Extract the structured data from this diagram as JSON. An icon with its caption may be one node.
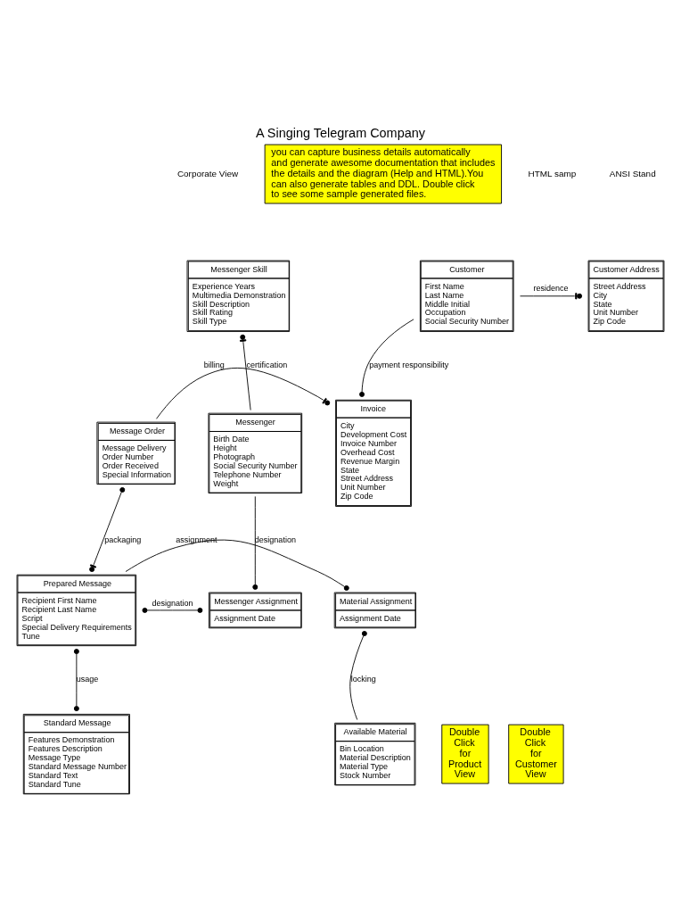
{
  "diagram": {
    "title": "A Singing Telegram Company",
    "nodes": [
      {
        "text": [
          "Customer",
          "First Name",
          "Last Name",
          "Middle Initial",
          "Occupation",
          "Social Security Number"
        ]
      },
      {
        "text": [
          "Customer Address",
          "Street Address",
          "City",
          "State",
          "Unit Number",
          "Zip Code"
        ]
      },
      {
        "text": [
          "Messenger Skill",
          "Experience Years",
          "Multimedia Demonstration",
          "Skill Description",
          "Skill Rating",
          "Skill Type"
        ]
      },
      {
        "text": [
          "Invoice",
          "City",
          "Development Cost",
          "Invoice Number",
          "Overhead Cost",
          "Revenue Margin",
          "State",
          "Street Address",
          "Unit Number",
          "Zip Code"
        ]
      },
      {
        "text": [
          "Messenger",
          "Birth Date",
          "Height",
          "Photograph",
          "Social Security Number",
          "Telephone Number",
          "Weight"
        ]
      },
      {
        "text": [
          "Message Order",
          "Message Delivery",
          "Order Number",
          "Order Received",
          "Special Information"
        ]
      },
      {
        "text": [
          "Material Assignment",
          "Assignment Date"
        ]
      },
      {
        "text": [
          "Prepared Message",
          "Recipient First Name",
          "Recipient Last Name",
          "Script",
          "Special Delivery Requirements",
          "Tune"
        ]
      },
      {
        "text": [
          "Messenger Assignment",
          "Assignment Date"
        ]
      },
      {
        "text": [
          "Available Material",
          "Bin Location",
          "Material Description",
          "Material Type",
          "Stock Number"
        ]
      },
      {
        "text": [
          "Standard Message",
          "Features Demonstration",
          "Features Description",
          "Message Type",
          "Standard Message Number",
          "Standard Text",
          "Standard Tune"
        ]
      },
      {
        "text": [
          "Double Click for Product View"
        ]
      },
      {
        "text": [
          "Double Click for Customer View"
        ]
      },
      {
        "text": [
          "you can capture business details automatically and generate awesome documentation that includes the details and the diagram (Help and HTML).You can also generate tables and DDL. Double click to see some sample generated files."
        ]
      }
    ],
    "edges": [
      {
        "from": 0,
        "to": 1,
        "arrow": "other",
        "label": "residence"
      },
      {
        "from": 0,
        "to": 3,
        "arrow": "other",
        "label": "payment responsibility"
      },
      {
        "from": 4,
        "to": 2,
        "arrow": "other",
        "label": "certification"
      },
      {
        "from": 5,
        "to": 3,
        "arrow": "other",
        "label": "billing"
      },
      {
        "from": 5,
        "to": 7,
        "arrow": "other",
        "label": "packaging"
      },
      {
        "from": 4,
        "to": 8,
        "arrow": "other",
        "label": "designation"
      },
      {
        "from": 7,
        "to": 6,
        "arrow": "other",
        "label": "assignment"
      },
      {
        "from": 7,
        "to": 8,
        "arrow": "other",
        "label": "designation"
      },
      {
        "from": 9,
        "to": 6,
        "arrow": "other",
        "label": "locking"
      },
      {
        "from": 7,
        "to": 10,
        "arrow": "other",
        "label": "usage"
      }
    ],
    "labels": [
      "HTML samp",
      "ANSI Stand",
      "Corporate View"
    ]
  }
}
